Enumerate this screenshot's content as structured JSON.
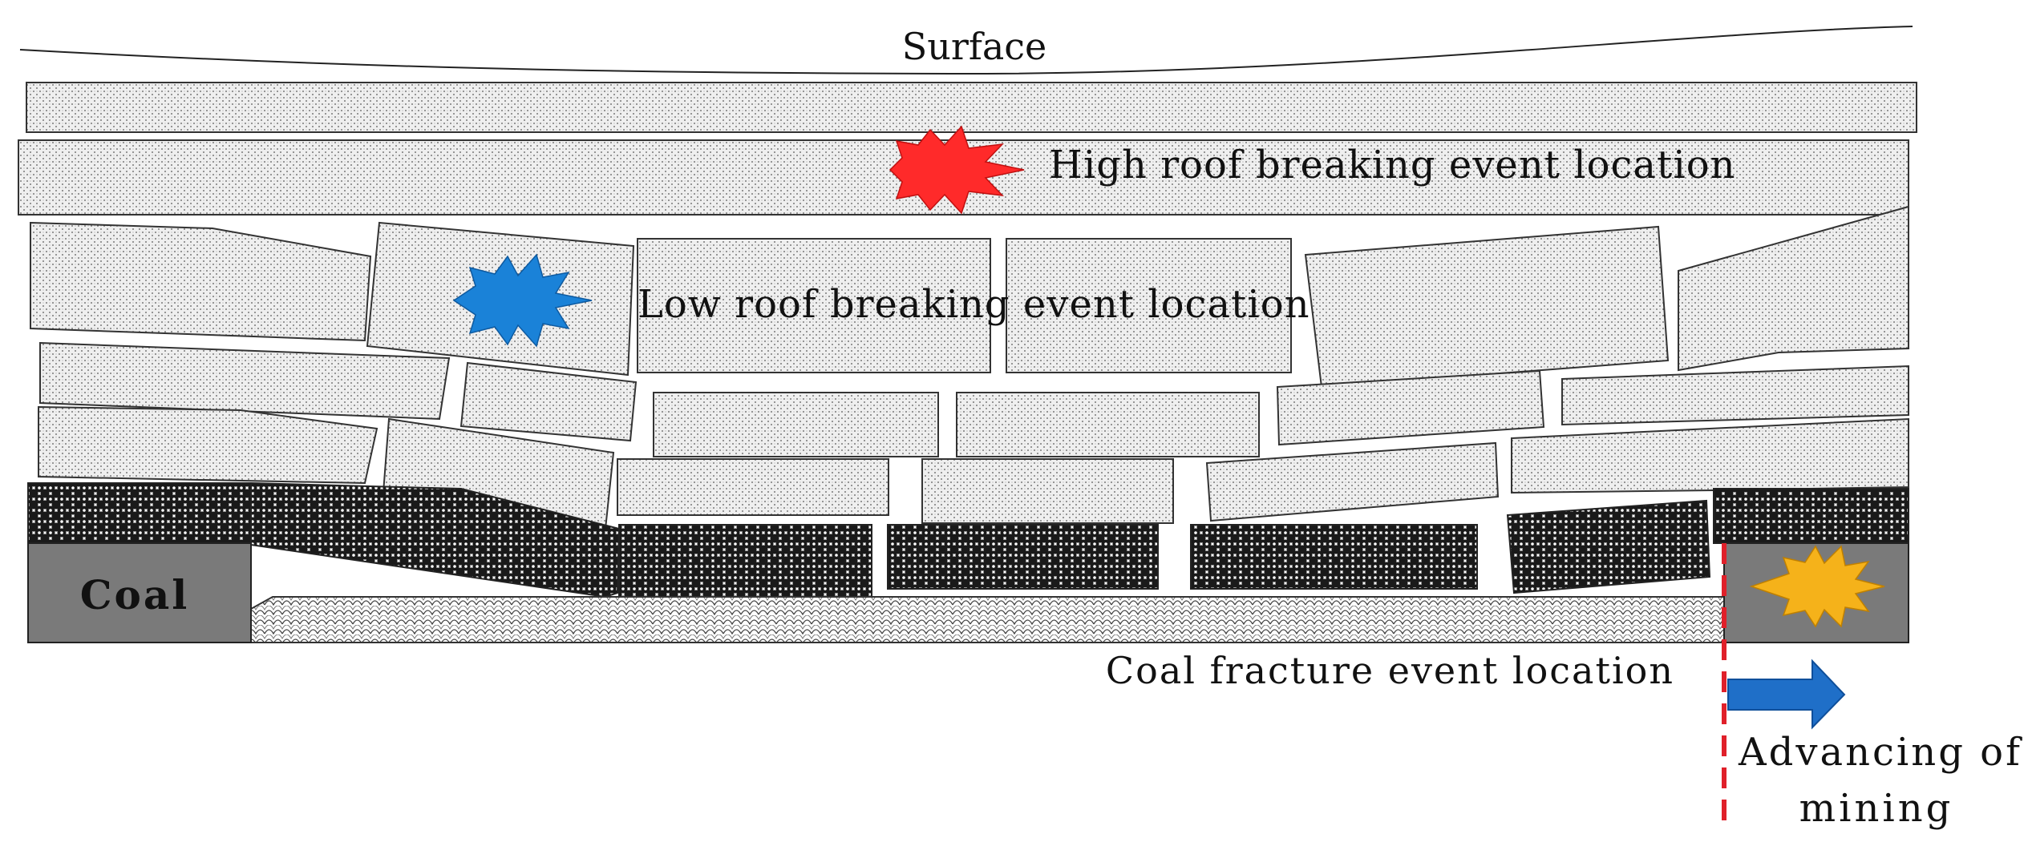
{
  "labels": {
    "surface": "Surface",
    "high_roof": "High roof breaking event location",
    "low_roof": "Low roof breaking event location",
    "coal": "Coal",
    "coal_fracture": "Coal fracture event location",
    "advancing_line1": "Advancing of",
    "advancing_line2": "mining"
  },
  "colors": {
    "high_roof_event": "#ff2a2a",
    "low_roof_event": "#1a82d8",
    "coal_fracture_event": "#f5b21a",
    "advance_arrow": "#1f6fc8",
    "working_face_line": "#e0202a",
    "coal_fill": "#7a7a7a",
    "rock_fill": "#e6e6e6",
    "coal_seam_pattern": "#1a1a1a"
  },
  "icons": {
    "high_roof_event": "explosion-star-icon",
    "low_roof_event": "explosion-star-icon",
    "coal_fracture_event": "explosion-star-icon",
    "advance_direction": "right-arrow-icon"
  }
}
